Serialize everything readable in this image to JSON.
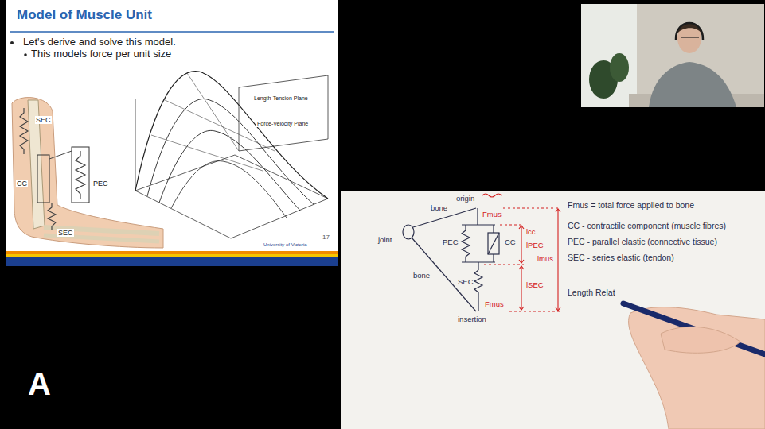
{
  "diagram": {
    "nodes": [
      {
        "text": [
          "Model of Muscle Unit",
          "Let's derive and solve this model.",
          "This models force per unit size"
        ]
      }
    ],
    "labels": [
      "SEC",
      "CC",
      "PEC",
      "SEC",
      "Length-Tension Plane",
      "Force-Velocity Plane",
      "17",
      "University of Victoria",
      "A",
      "origin",
      "joint",
      "bone",
      "bone",
      "PEC",
      "CC",
      "SEC",
      "Fmus",
      "Fmus",
      "insertion",
      "lcc",
      "lPEC",
      "lSEC",
      "lmus",
      "Fmus = total force applied to bone",
      "CC - contractile component (muscle fibres)",
      "PEC - parallel elastic (connective tissue)",
      "SEC - series elastic (tendon)",
      "Length Relat"
    ]
  }
}
